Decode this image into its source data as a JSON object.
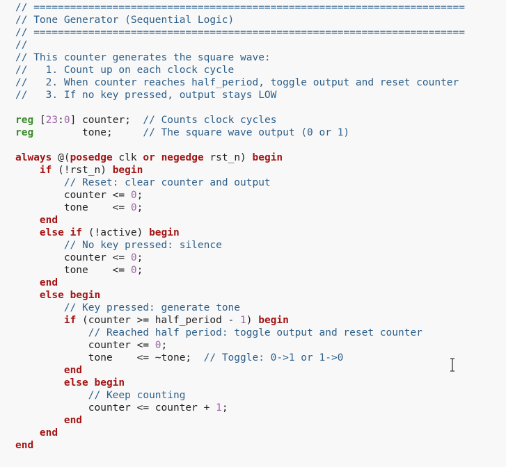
{
  "colors": {
    "background": "#f8f8f8",
    "comment": "#2d5f8a",
    "keyword": "#a31515",
    "type": "#3c8c2e",
    "number": "#a066a8",
    "plain": "#222222"
  },
  "cursor_icon": "text-cursor-ibeam-icon",
  "lines": [
    [
      {
        "t": "comment",
        "s": "// ======================================================================="
      }
    ],
    [
      {
        "t": "comment",
        "s": "// Tone Generator (Sequential Logic)"
      }
    ],
    [
      {
        "t": "comment",
        "s": "// ======================================================================="
      }
    ],
    [
      {
        "t": "comment",
        "s": "//"
      }
    ],
    [
      {
        "t": "comment",
        "s": "// This counter generates the square wave:"
      }
    ],
    [
      {
        "t": "comment",
        "s": "//   1. Count up on each clock cycle"
      }
    ],
    [
      {
        "t": "comment",
        "s": "//   2. When counter reaches half_period, toggle output and reset counter"
      }
    ],
    [
      {
        "t": "comment",
        "s": "//   3. If no key pressed, output stays LOW"
      }
    ],
    [],
    [
      {
        "t": "type",
        "s": "reg"
      },
      {
        "t": "plain",
        "s": " ["
      },
      {
        "t": "number",
        "s": "23"
      },
      {
        "t": "plain",
        "s": ":"
      },
      {
        "t": "number",
        "s": "0"
      },
      {
        "t": "plain",
        "s": "] counter;  "
      },
      {
        "t": "comment",
        "s": "// Counts clock cycles"
      }
    ],
    [
      {
        "t": "type",
        "s": "reg"
      },
      {
        "t": "plain",
        "s": "        tone;     "
      },
      {
        "t": "comment",
        "s": "// The square wave output (0 or 1)"
      }
    ],
    [],
    [
      {
        "t": "keyword",
        "s": "always"
      },
      {
        "t": "plain",
        "s": " @("
      },
      {
        "t": "keyword",
        "s": "posedge"
      },
      {
        "t": "plain",
        "s": " clk "
      },
      {
        "t": "keyword",
        "s": "or"
      },
      {
        "t": "plain",
        "s": " "
      },
      {
        "t": "keyword",
        "s": "negedge"
      },
      {
        "t": "plain",
        "s": " rst_n) "
      },
      {
        "t": "keyword",
        "s": "begin"
      }
    ],
    [
      {
        "t": "plain",
        "s": "    "
      },
      {
        "t": "keyword",
        "s": "if"
      },
      {
        "t": "plain",
        "s": " (!rst_n) "
      },
      {
        "t": "keyword",
        "s": "begin"
      }
    ],
    [
      {
        "t": "plain",
        "s": "        "
      },
      {
        "t": "comment",
        "s": "// Reset: clear counter and output"
      }
    ],
    [
      {
        "t": "plain",
        "s": "        counter <= "
      },
      {
        "t": "number",
        "s": "0"
      },
      {
        "t": "plain",
        "s": ";"
      }
    ],
    [
      {
        "t": "plain",
        "s": "        tone    <= "
      },
      {
        "t": "number",
        "s": "0"
      },
      {
        "t": "plain",
        "s": ";"
      }
    ],
    [
      {
        "t": "plain",
        "s": "    "
      },
      {
        "t": "keyword",
        "s": "end"
      }
    ],
    [
      {
        "t": "plain",
        "s": "    "
      },
      {
        "t": "keyword",
        "s": "else if"
      },
      {
        "t": "plain",
        "s": " (!active) "
      },
      {
        "t": "keyword",
        "s": "begin"
      }
    ],
    [
      {
        "t": "plain",
        "s": "        "
      },
      {
        "t": "comment",
        "s": "// No key pressed: silence"
      }
    ],
    [
      {
        "t": "plain",
        "s": "        counter <= "
      },
      {
        "t": "number",
        "s": "0"
      },
      {
        "t": "plain",
        "s": ";"
      }
    ],
    [
      {
        "t": "plain",
        "s": "        tone    <= "
      },
      {
        "t": "number",
        "s": "0"
      },
      {
        "t": "plain",
        "s": ";"
      }
    ],
    [
      {
        "t": "plain",
        "s": "    "
      },
      {
        "t": "keyword",
        "s": "end"
      }
    ],
    [
      {
        "t": "plain",
        "s": "    "
      },
      {
        "t": "keyword",
        "s": "else begin"
      }
    ],
    [
      {
        "t": "plain",
        "s": "        "
      },
      {
        "t": "comment",
        "s": "// Key pressed: generate tone"
      }
    ],
    [
      {
        "t": "plain",
        "s": "        "
      },
      {
        "t": "keyword",
        "s": "if"
      },
      {
        "t": "plain",
        "s": " (counter >= half_period - "
      },
      {
        "t": "number",
        "s": "1"
      },
      {
        "t": "plain",
        "s": ") "
      },
      {
        "t": "keyword",
        "s": "begin"
      }
    ],
    [
      {
        "t": "plain",
        "s": "            "
      },
      {
        "t": "comment",
        "s": "// Reached half period: toggle output and reset counter"
      }
    ],
    [
      {
        "t": "plain",
        "s": "            counter <= "
      },
      {
        "t": "number",
        "s": "0"
      },
      {
        "t": "plain",
        "s": ";"
      }
    ],
    [
      {
        "t": "plain",
        "s": "            tone    <= ~tone;  "
      },
      {
        "t": "comment",
        "s": "// Toggle: 0->1 or 1->0"
      }
    ],
    [
      {
        "t": "plain",
        "s": "        "
      },
      {
        "t": "keyword",
        "s": "end"
      }
    ],
    [
      {
        "t": "plain",
        "s": "        "
      },
      {
        "t": "keyword",
        "s": "else begin"
      }
    ],
    [
      {
        "t": "plain",
        "s": "            "
      },
      {
        "t": "comment",
        "s": "// Keep counting"
      }
    ],
    [
      {
        "t": "plain",
        "s": "            counter <= counter + "
      },
      {
        "t": "number",
        "s": "1"
      },
      {
        "t": "plain",
        "s": ";"
      }
    ],
    [
      {
        "t": "plain",
        "s": "        "
      },
      {
        "t": "keyword",
        "s": "end"
      }
    ],
    [
      {
        "t": "plain",
        "s": "    "
      },
      {
        "t": "keyword",
        "s": "end"
      }
    ],
    [
      {
        "t": "keyword",
        "s": "end"
      }
    ]
  ]
}
